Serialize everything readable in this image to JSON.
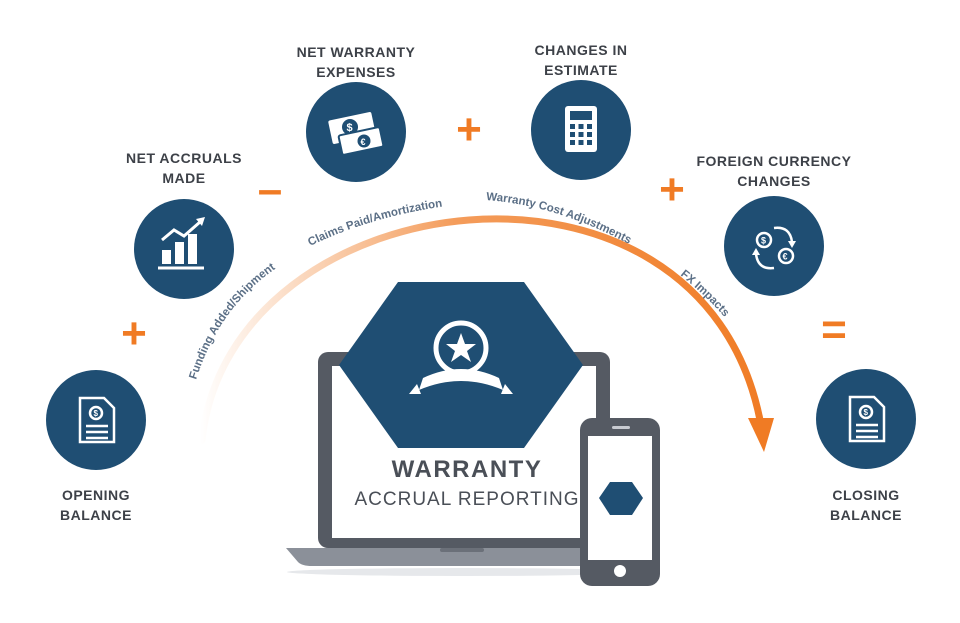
{
  "colors": {
    "navy": "#1f4e73",
    "orange": "#f07b24",
    "text": "#3d4148",
    "device_frame": "#555a63"
  },
  "steps": [
    {
      "line1": "OPENING",
      "line2": "BALANCE",
      "icon": "document-dollar-icon"
    },
    {
      "line1": "NET ACCRUALS",
      "line2": "MADE",
      "icon": "bar-chart-trend-icon"
    },
    {
      "line1": "NET WARRANTY",
      "line2": "EXPENSES",
      "icon": "banknotes-icon"
    },
    {
      "line1": "CHANGES IN",
      "line2": "ESTIMATE",
      "icon": "calculator-icon"
    },
    {
      "line1": "FOREIGN CURRENCY",
      "line2": "CHANGES",
      "icon": "currency-exchange-icon"
    },
    {
      "line1": "CLOSING",
      "line2": "BALANCE",
      "icon": "document-dollar-icon"
    }
  ],
  "operators": {
    "op1": "+",
    "op2": "–",
    "op3": "+",
    "op4": "+",
    "op5": "="
  },
  "arc_labels": {
    "a1": "Funding Added/Shipment",
    "a2": "Claims Paid/Amortization",
    "a3": "Warranty Cost Adjustments",
    "a4": "FX Impacts"
  },
  "center": {
    "title": "WARRANTY",
    "subtitle": "ACCRUAL REPORTING",
    "badge_icon": "award-star-badge-icon"
  }
}
